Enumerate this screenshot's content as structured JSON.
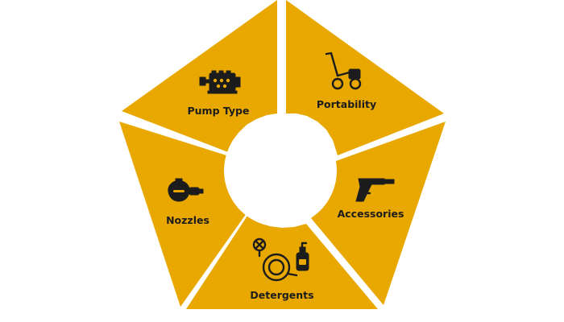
{
  "diagram": {
    "colors": {
      "segment": "#e8a800",
      "center": "#ffffff",
      "text": "#1c1c1c",
      "background": "#ffffff"
    },
    "segments": [
      {
        "label": "Portability",
        "icon": "hand-truck-icon"
      },
      {
        "label": "Accessories",
        "icon": "spray-gun-icon"
      },
      {
        "label": "Detergents",
        "icon": "hose-reel-icon"
      },
      {
        "label": "Nozzles",
        "icon": "nozzle-icon"
      },
      {
        "label": "Pump Type",
        "icon": "pump-engine-icon"
      }
    ]
  }
}
